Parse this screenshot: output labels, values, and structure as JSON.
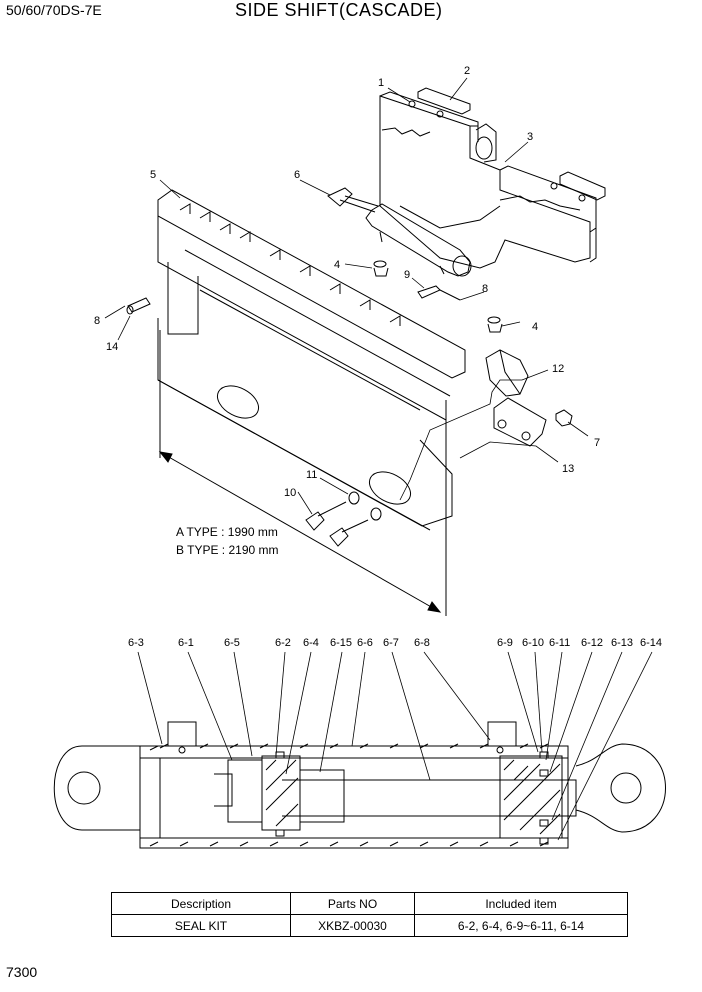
{
  "header": {
    "model": "50/60/70DS-7E",
    "title": "SIDE SHIFT(CASCADE)"
  },
  "page_number": "7300",
  "notes": {
    "a_type": "A TYPE : 1990 mm",
    "b_type": "B TYPE : 2190 mm"
  },
  "callouts": {
    "c1": "1",
    "c2": "2",
    "c3": "3",
    "c4a": "4",
    "c4b": "4",
    "c5": "5",
    "c6": "6",
    "c7": "7",
    "c8a": "8",
    "c8b": "8",
    "c9": "9",
    "c10": "10",
    "c11": "11",
    "c12": "12",
    "c13": "13",
    "c14": "14"
  },
  "cylinder_callouts": [
    "6-3",
    "6-1",
    "6-5",
    "6-2",
    "6-4",
    "6-15",
    "6-6",
    "6-7",
    "6-8",
    "6-9",
    "6-10",
    "6-11",
    "6-12",
    "6-13",
    "6-14"
  ],
  "kit_table": {
    "headers": [
      "Description",
      "Parts NO",
      "Included item"
    ],
    "row": [
      "SEAL KIT",
      "XKBZ-00030",
      "6-2, 6-4, 6-9~6-11, 6-14"
    ]
  }
}
